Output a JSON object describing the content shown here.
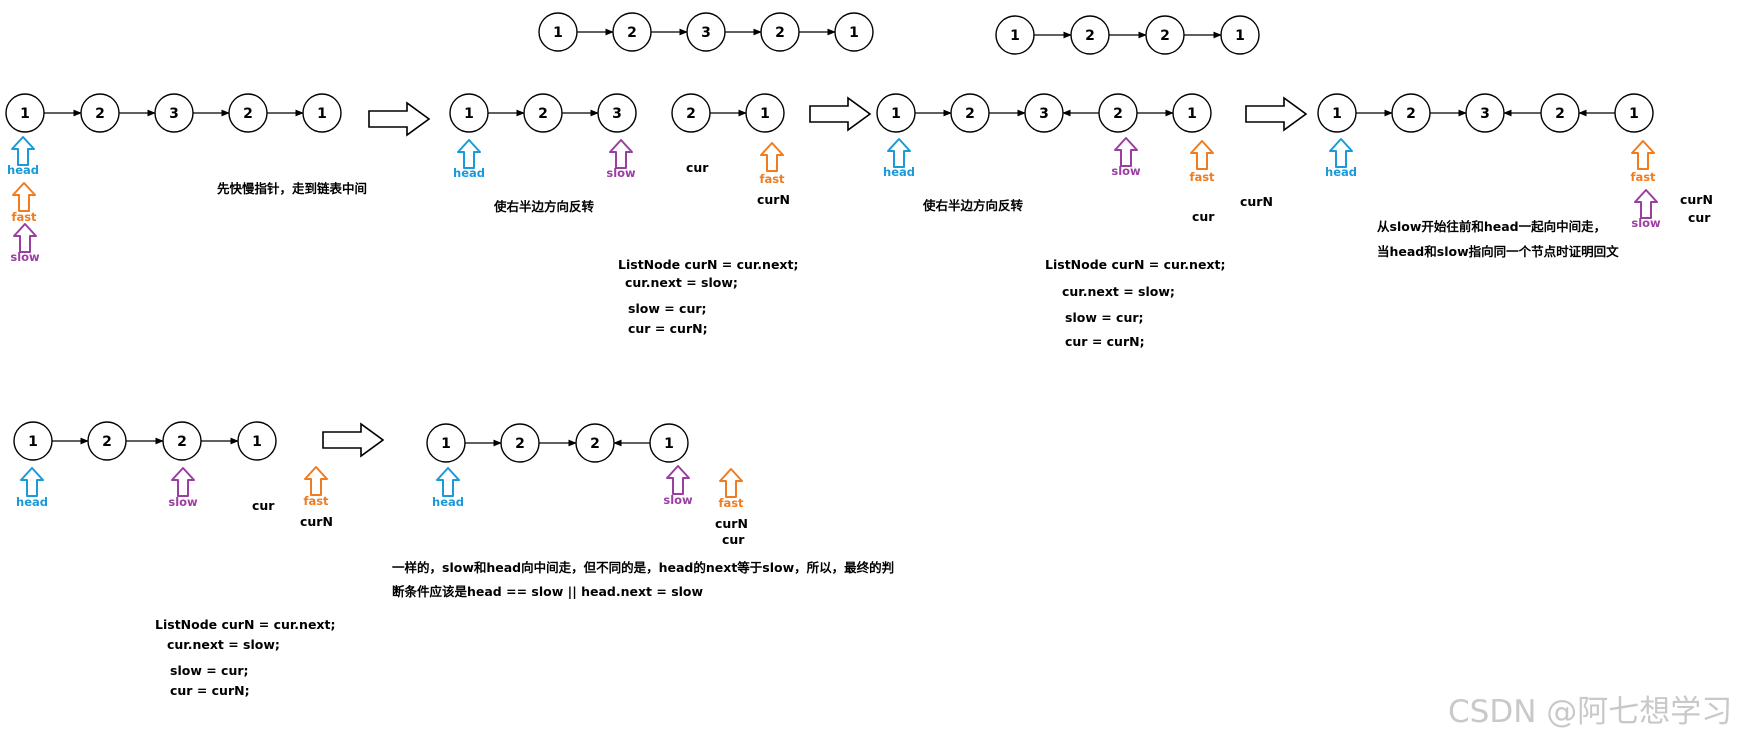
{
  "colors": {
    "head": "#1a9ad8",
    "fast": "#f07c1f",
    "slow": "#9b3ea1",
    "line": "#000000",
    "watermark": "#c9c9c9"
  },
  "lists": {
    "main1": [
      "1",
      "2",
      "3",
      "2",
      "1"
    ],
    "top1": [
      "1",
      "2",
      "3",
      "2",
      "1"
    ],
    "s2": [
      "1",
      "2",
      "3",
      "2",
      "1"
    ],
    "s3": [
      "1",
      "2",
      "3",
      "2",
      "1"
    ],
    "top2": [
      "1",
      "2",
      "2",
      "1"
    ],
    "s4": [
      "1",
      "2",
      "3",
      "2",
      "1"
    ],
    "b1": [
      "1",
      "2",
      "2",
      "1"
    ],
    "b2": [
      "1",
      "2",
      "2",
      "1"
    ]
  },
  "pointers": {
    "head": "head",
    "fast": "fast",
    "slow": "slow",
    "cur": "cur",
    "curN": "curN"
  },
  "text": {
    "step1": "先快慢指针，走到链表中间",
    "step2": "使右半边方向反转",
    "step3": "使右半边方向反转",
    "step4_line1": "从slow开始往前和head一起向中间走，",
    "step4_line2": "当head和slow指向同一个节点时证明回文",
    "even_line1": "一样的，slow和head向中间走，但不同的是，head的next等于slow，所以，最终的判",
    "even_line2": "断条件应该是head == slow || head.next = slow"
  },
  "code": {
    "line1": "ListNode curN = cur.next;",
    "line2": "cur.next = slow;",
    "line3": "slow = cur;",
    "line4": "cur = curN;"
  },
  "watermark": "CSDN @阿七想学习"
}
